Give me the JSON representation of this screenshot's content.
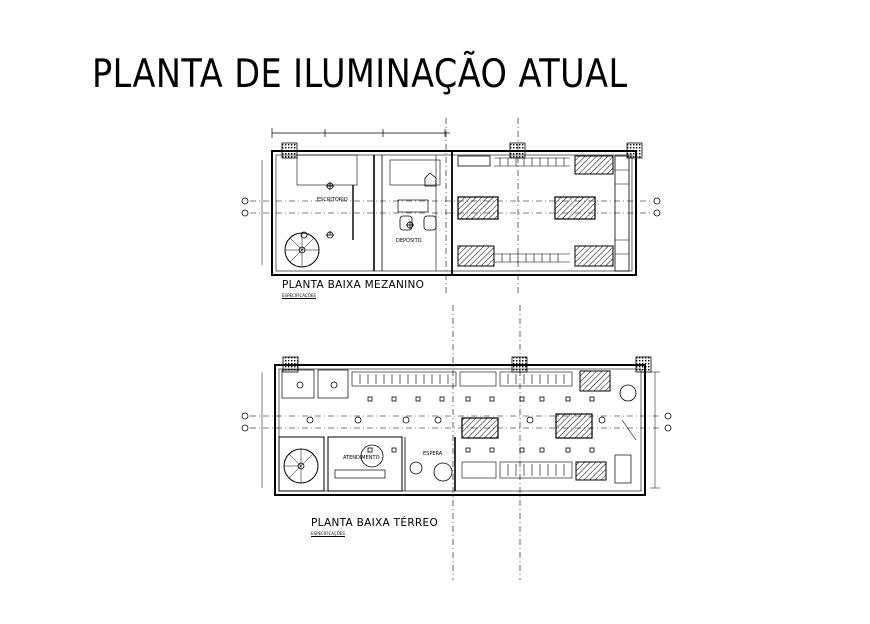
{
  "title": "PLANTA DE ILUMINAÇÃO ATUAL",
  "plans": {
    "mezanino": {
      "label": "PLANTA BAIXA MEZANINO",
      "spec": "ESPECIFICAÇÕES"
    },
    "terreo": {
      "label": "PLANTA BAIXA TÉRREO",
      "spec": "ESPECIFICAÇÕES"
    }
  },
  "rooms": {
    "office": "ESCRITÓRIO",
    "depo": "DEPÓSITO",
    "atendimento": "ATENDIMENTO",
    "espera": "ESPERA"
  },
  "colors": {
    "line": "#000000",
    "background": "#ffffff"
  }
}
